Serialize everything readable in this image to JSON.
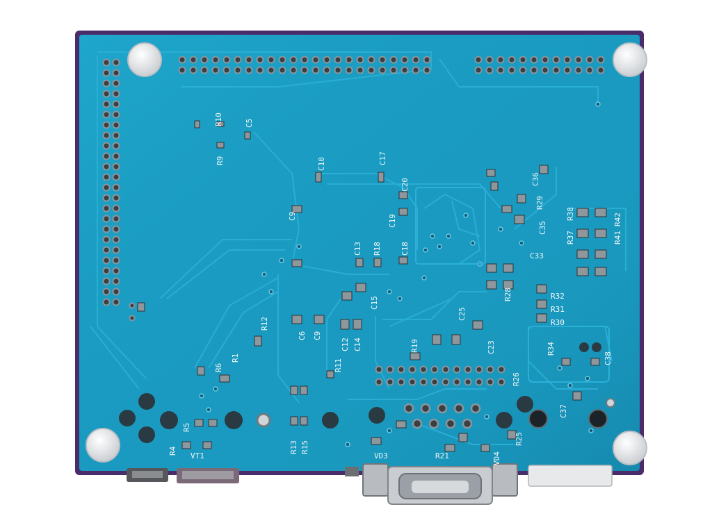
{
  "image": {
    "colors": {
      "background": "#ffffff",
      "board": "#1a9ac0",
      "board_shade": "#137aa0",
      "trace": "#2bb0d8",
      "pad": "#9aa2a6",
      "silkscreen": "#f2f6f7",
      "standoff": "#e4e6e8",
      "edge": "#4a2c6a"
    },
    "labels": [
      "R10",
      "C5",
      "R9",
      "C10",
      "C17",
      "C20",
      "C9",
      "C19",
      "C13",
      "R18",
      "C18",
      "C36",
      "R29",
      "R38",
      "R42",
      "R37",
      "R41",
      "C33",
      "C35",
      "R12",
      "C6",
      "C9",
      "C12",
      "C14",
      "C15",
      "R11",
      "R6",
      "R1",
      "R19",
      "C23",
      "R26",
      "R32",
      "R31",
      "R30",
      "R34",
      "C38",
      "C37",
      "C25",
      "R25",
      "R5",
      "R4",
      "VT1",
      "R13",
      "R15",
      "VD3",
      "R21",
      "VD4",
      "R28"
    ]
  }
}
